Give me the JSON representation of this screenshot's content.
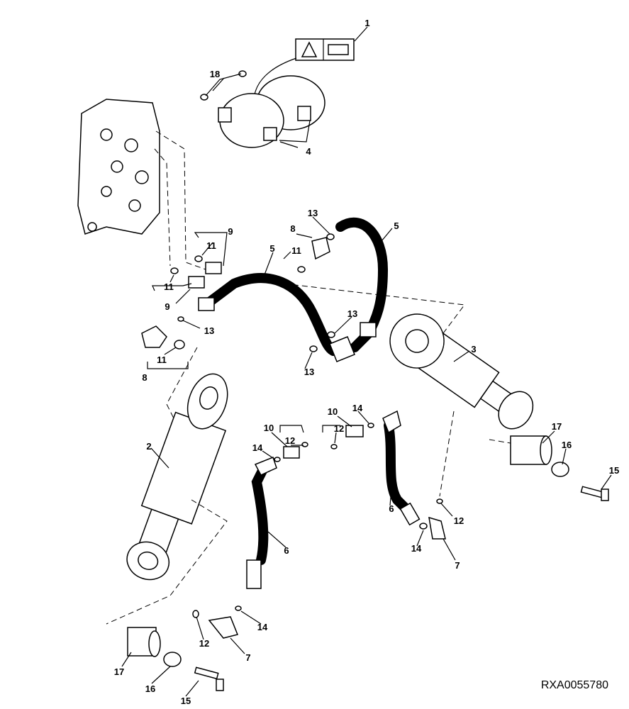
{
  "reference_code": "RXA0055780",
  "callouts": {
    "c1": "1",
    "c18": "18",
    "c4": "4",
    "c9a": "9",
    "c11a": "11",
    "c11b": "11",
    "c9b": "9",
    "c13a": "13",
    "c8a": "8",
    "c11c": "11",
    "c5a": "5",
    "c5b": "5",
    "c13b": "13",
    "c13c": "13",
    "c13d": "13",
    "c11d": "11",
    "c8b": "8",
    "c3": "3",
    "c2": "2",
    "c10a": "10",
    "c14a": "14",
    "c10b": "10",
    "c12a": "12",
    "c12b": "12",
    "c14b": "14",
    "c17a": "17",
    "c16a": "16",
    "c15a": "15",
    "c6a": "6",
    "c12c": "12",
    "c14c": "14",
    "c7a": "7",
    "c6b": "6",
    "c14d": "14",
    "c12d": "12",
    "c7b": "7",
    "c17b": "17",
    "c16b": "16",
    "c15b": "15"
  }
}
